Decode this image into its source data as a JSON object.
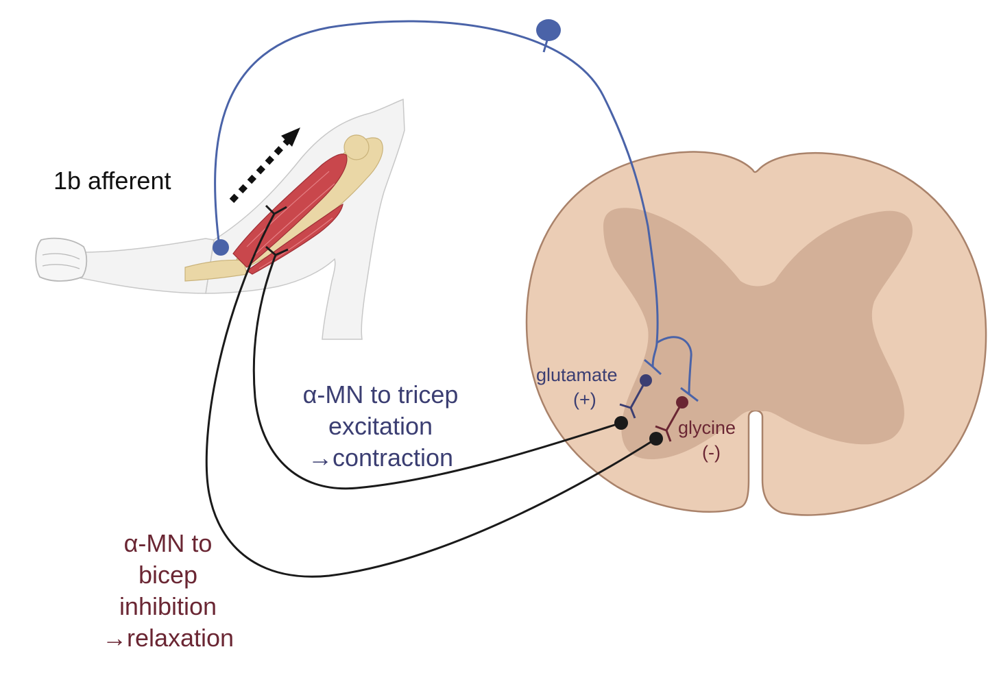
{
  "diagram": {
    "labels": {
      "afferent": "1b afferent",
      "tricep_line1": "α-MN to tricep",
      "tricep_line2": "excitation",
      "tricep_line3": "→contraction",
      "bicep_line1": "α-MN to",
      "bicep_line2": "bicep",
      "bicep_line3": "inhibition",
      "bicep_line4": "→relaxation",
      "glutamate": "glutamate",
      "glutamate_sign": "(+)",
      "glycine": "glycine",
      "glycine_sign": "(-)"
    },
    "colors": {
      "afferent": "#4a63a8",
      "excitatory": "#3b3e72",
      "inhibitory": "#6a2633",
      "motor_neuron": "#1a1a1a",
      "white_matter": "#ebcdb5",
      "gray_matter": "#d3b098",
      "cord_outline": "#a9826a",
      "muscle": "#c9474c",
      "arm_skin": "#f4f4f4"
    }
  }
}
